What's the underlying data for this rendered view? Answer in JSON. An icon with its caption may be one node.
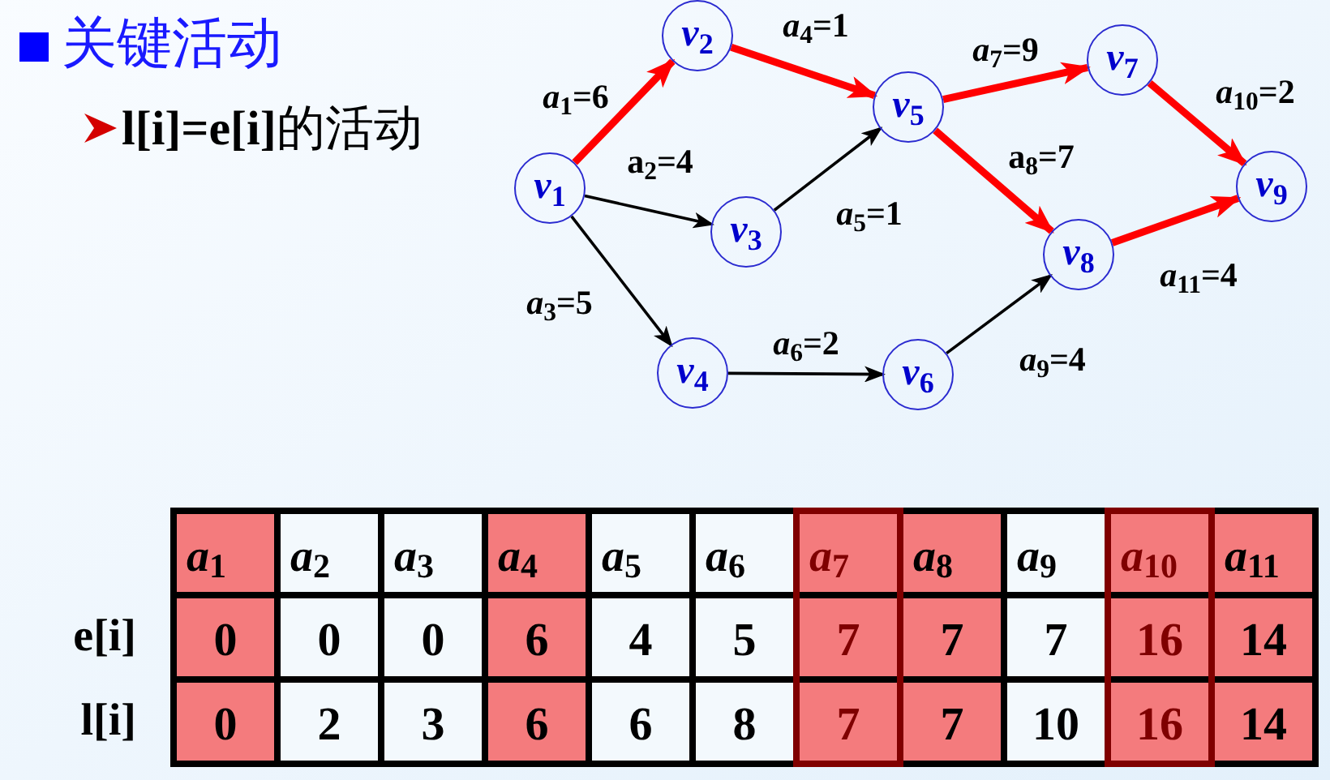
{
  "diagram": {
    "title": "关键活动",
    "nodes": [
      {
        "text": [
          "*v*$_{1}$"
        ]
      },
      {
        "text": [
          "*v*$_{2}$"
        ]
      },
      {
        "text": [
          "*v*$_{3}$"
        ]
      },
      {
        "text": [
          "*v*$_{4}$"
        ]
      },
      {
        "text": [
          "*v*$_{5}$"
        ]
      },
      {
        "text": [
          "*v*$_{6}$"
        ]
      },
      {
        "text": [
          "*v*$_{7}$"
        ]
      },
      {
        "text": [
          "*v*$_{8}$"
        ]
      },
      {
        "text": [
          "*v*$_{9}$"
        ]
      }
    ],
    "edges": [
      {
        "from": 0,
        "to": 1,
        "arrow": "to",
        "label": "*a*$_{1}$=6",
        "color": "#ff0000"
      },
      {
        "from": 0,
        "to": 2,
        "arrow": "to",
        "label": "a$_{2}$=4",
        "color": "#000000"
      },
      {
        "from": 0,
        "to": 3,
        "arrow": "to",
        "label": "*a*$_{3}$=5",
        "color": "#000000"
      },
      {
        "from": 1,
        "to": 4,
        "arrow": "to",
        "label": "*a*$_{4}$=1",
        "color": "#ff0000"
      },
      {
        "from": 2,
        "to": 4,
        "arrow": "to",
        "label": "*a*$_{5}$=1",
        "color": "#000000"
      },
      {
        "from": 3,
        "to": 5,
        "arrow": "to",
        "label": "*a*$_{6}$=2",
        "color": "#000000"
      },
      {
        "from": 4,
        "to": 6,
        "arrow": "to",
        "label": "*a*$_{7}$=9",
        "color": "#ff0000"
      },
      {
        "from": 4,
        "to": 7,
        "arrow": "to",
        "label": "a$_{8}$=7",
        "color": "#ff0000"
      },
      {
        "from": 5,
        "to": 7,
        "arrow": "to",
        "label": "*a*$_{9}$=4",
        "color": "#000000"
      },
      {
        "from": 6,
        "to": 8,
        "arrow": "to",
        "label": "*a*$_{10}$=2",
        "color": "#ff0000"
      },
      {
        "from": 7,
        "to": 8,
        "arrow": "to",
        "label": "*a*$_{11}$=4",
        "color": "#ff0000"
      }
    ],
    "labels": [
      "**l[i]=e[i]**的活动",
      "*a*$_{1}$",
      "*a*$_{2}$",
      "*a*$_{3}$",
      "*a*$_{4}$",
      "*a*$_{5}$",
      "*a*$_{6}$",
      "*a*$_{7}$",
      "*a*$_{8}$",
      "*a*$_{9}$",
      "*a*$_{10}$",
      "*a*$_{11}$",
      "e[i]",
      "0",
      "0",
      "0",
      "6",
      "4",
      "5",
      "7",
      "7",
      "7",
      "16",
      "14",
      "l[i]",
      "0",
      "2",
      "3",
      "6",
      "6",
      "8",
      "7",
      "7",
      "10",
      "16",
      "14"
    ]
  }
}
